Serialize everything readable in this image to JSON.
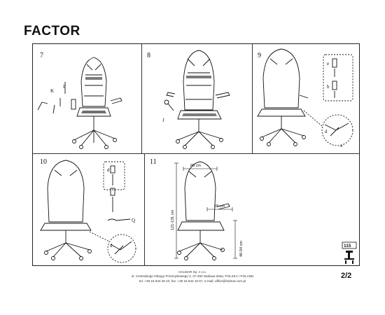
{
  "title": "FACTOR",
  "steps": [
    "7",
    "8",
    "9",
    "10",
    "11"
  ],
  "part_labels": {
    "step7": [
      "K",
      "I"
    ],
    "step8": [
      "J"
    ],
    "step9": [
      "e",
      "b",
      "d",
      "a"
    ],
    "step10": [
      "d",
      "Q",
      "d"
    ],
    "step11": []
  },
  "dimensions": {
    "width": "68 cm",
    "seat_width": "69 cm",
    "height_total": "121-131 cm",
    "seat_height": "46-54 cm"
  },
  "icon_weight_label": "115",
  "footer": {
    "company": "HALMAR Sp. z o.o.",
    "address": "ul. Centralnego Okręgu Przemysłowego 2, 37-450 Stalowa Wola, POLSKA / POLAND",
    "contact": "tel. +48 15 843 28 10, fax: +48 15 842 19 57, e-mail: office@halmar.com.pl"
  },
  "page_number": "2/2"
}
